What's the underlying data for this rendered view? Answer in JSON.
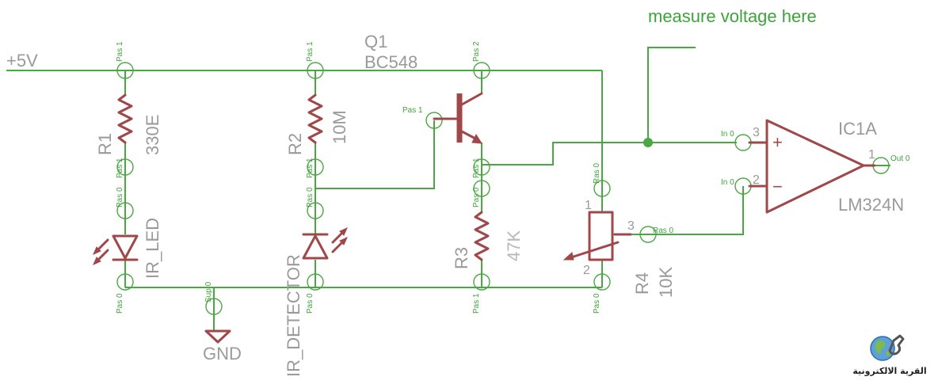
{
  "annotation": "measure voltage here",
  "nets": {
    "vcc": "+5V",
    "gnd": "GND"
  },
  "pads": {
    "pas1": "Pas 1",
    "pas2": "Pas 2",
    "pas0": "Pas 0",
    "ras0": "Ras 0",
    "sup0": "Sup 0",
    "in0": "In 0",
    "out0": "Out 0"
  },
  "parts": {
    "r1": {
      "name": "R1",
      "value": "330E"
    },
    "r2": {
      "name": "R2",
      "value": "10M"
    },
    "r3": {
      "name": "R3",
      "value": "47K"
    },
    "r4": {
      "name": "R4",
      "value": "10K"
    },
    "q1": {
      "name": "Q1",
      "value": "BC548"
    },
    "ic": {
      "name": "IC1A",
      "value": "LM324N"
    },
    "led": {
      "name": "IR_LED"
    },
    "det": {
      "name": "IR_DETECTOR"
    }
  },
  "pins": {
    "p1": "1",
    "p2": "2",
    "p3": "3"
  },
  "opamp_signs": {
    "plus": "+",
    "minus": "−"
  },
  "colors": {
    "wire": "#4aa843",
    "part": "#a0474a",
    "label": "#9a9a9a",
    "annotation": "#3ea33a"
  },
  "logo": {
    "text": "القرية الالكترونية",
    "icon": "globe-wrench-icon"
  }
}
